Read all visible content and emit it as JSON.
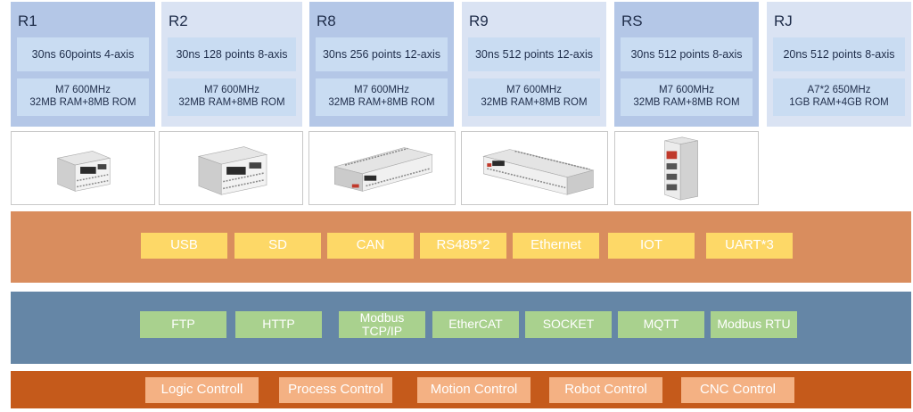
{
  "controllers": [
    {
      "name": "R1",
      "perf": "30ns 60points 4-axis",
      "cpu": "M7 600MHz",
      "memory": "32MB RAM+8MB ROM",
      "photo_icon": "plc-compact-icon"
    },
    {
      "name": "R2",
      "perf": "30ns 128 points 8-axis",
      "cpu": "M7 600MHz",
      "memory": "32MB RAM+8MB ROM",
      "photo_icon": "plc-medium-icon"
    },
    {
      "name": "R8",
      "perf": "30ns 256 points 12-axis",
      "cpu": "M7 600MHz",
      "memory": "32MB RAM+8MB ROM",
      "photo_icon": "plc-long-icon"
    },
    {
      "name": "R9",
      "perf": "30ns 512 points 12-axis",
      "cpu": "M7 600MHz",
      "memory": "32MB RAM+8MB ROM",
      "photo_icon": "plc-long-icon"
    },
    {
      "name": "RS",
      "perf": "30ns 512 points 8-axis",
      "cpu": "M7 600MHz",
      "memory": "32MB RAM+8MB ROM",
      "photo_icon": "plc-slim-icon"
    },
    {
      "name": "RJ",
      "perf": "20ns 512 points 8-axis",
      "cpu": "A7*2 650MHz",
      "memory": "1GB RAM+4GB ROM"
    }
  ],
  "hardware_interfaces": [
    "USB",
    "SD",
    "CAN",
    "RS485*2",
    "Ethernet",
    "IOT",
    "UART*3"
  ],
  "protocols": [
    "FTP",
    "HTTP",
    "Modbus TCP/IP",
    "EtherCAT",
    "SOCKET",
    "MQTT",
    "Modbus RTU"
  ],
  "applications": [
    "Logic Controll",
    "Process Control",
    "Motion Control",
    "Robot Control",
    "CNC Control"
  ],
  "colors": {
    "card_dark": "#b4c7e7",
    "card_light": "#dae3f3",
    "spec_box": "#c9dcf2",
    "hardware_band": "#d98d5e",
    "hardware_chip": "#fdd867",
    "protocol_band": "#6586a6",
    "protocol_chip": "#a9d18e",
    "application_band": "#c55a1b",
    "application_chip": "#f4b183"
  }
}
